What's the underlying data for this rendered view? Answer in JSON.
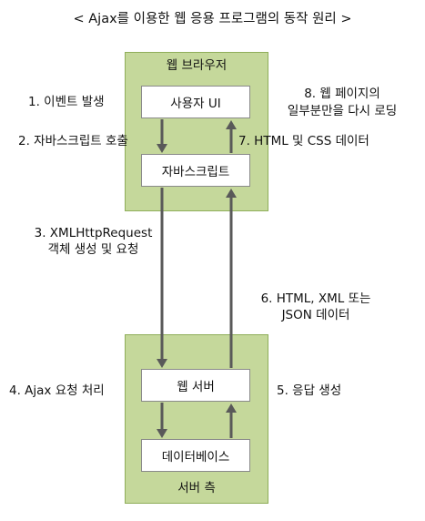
{
  "title": "< Ajax를 이용한 웹 응용 프로그램의 동작 원리 >",
  "web_browser": {
    "label": "웹 브라우저",
    "ui_box": "사용자 UI",
    "js_box": "자바스크립트"
  },
  "server_side": {
    "label": "서버 측",
    "web_server_box": "웹 서버",
    "database_box": "데이터베이스"
  },
  "steps": {
    "step1": "1. 이벤트 발생",
    "step2": "2. 자바스크립트 호출",
    "step3_line1": "3. XMLHttpRequest",
    "step3_line2": "객체 생성 및 요청",
    "step4": "4. Ajax 요청 처리",
    "step5": "5. 응답 생성",
    "step6_line1": "6. HTML, XML 또는",
    "step6_line2": "JSON 데이터",
    "step7": "7. HTML 및 CSS 데이터",
    "step8_line1": "8. 웹 페이지의",
    "step8_line2": "일부분만을 다시 로딩"
  },
  "colors": {
    "container_fill": "#c5d89b",
    "container_border": "#8fae5a",
    "box_fill": "#ffffff",
    "arrow": "#595959"
  }
}
